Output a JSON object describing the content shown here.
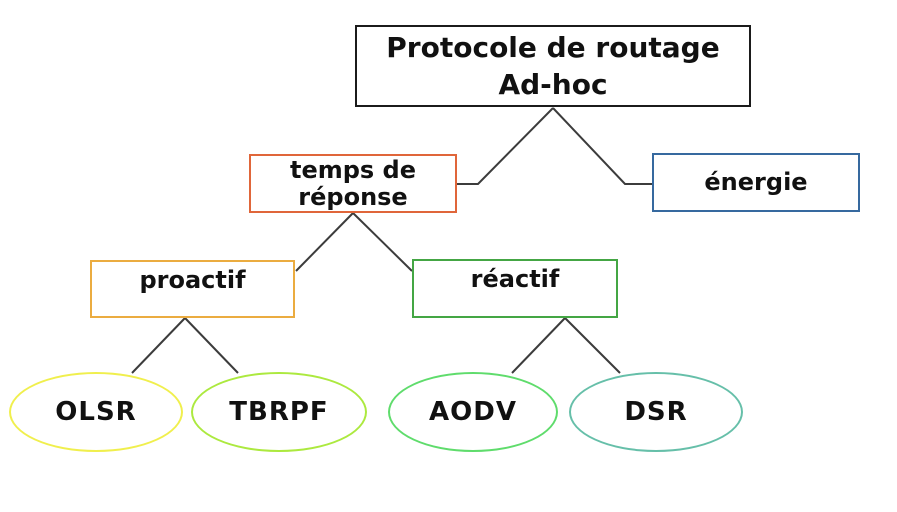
{
  "diagram": {
    "background": "#ffffff",
    "edge_color": "#3c3c3c",
    "nodes": {
      "root": {
        "shape": "rect",
        "lines": [
          "Protocole de routage",
          "Ad-hoc"
        ],
        "border_color": "#1b1b1b"
      },
      "temps_de_reponse": {
        "shape": "rect",
        "lines": [
          "temps de",
          "réponse"
        ],
        "border_color": "#e0663a"
      },
      "energie": {
        "shape": "rect",
        "lines": [
          "énergie"
        ],
        "border_color": "#36699f"
      },
      "proactif": {
        "shape": "rect",
        "lines": [
          "proactif"
        ],
        "border_color": "#ebac40"
      },
      "reactif": {
        "shape": "rect",
        "lines": [
          "réactif"
        ],
        "border_color": "#44a644"
      },
      "olsr": {
        "shape": "ellipse",
        "lines": [
          "OLSR"
        ],
        "border_color": "#f0ef4d"
      },
      "tbrpf": {
        "shape": "ellipse",
        "lines": [
          "TBRPF"
        ],
        "border_color": "#ace93f"
      },
      "aodv": {
        "shape": "ellipse",
        "lines": [
          "AODV"
        ],
        "border_color": "#5fdc6c"
      },
      "dsr": {
        "shape": "ellipse",
        "lines": [
          "DSR"
        ],
        "border_color": "#66bfa9"
      }
    },
    "edges": [
      {
        "from": "root",
        "to": "temps_de_reponse"
      },
      {
        "from": "root",
        "to": "energie"
      },
      {
        "from": "temps_de_reponse",
        "to": "proactif"
      },
      {
        "from": "temps_de_reponse",
        "to": "reactif"
      },
      {
        "from": "proactif",
        "to": "olsr"
      },
      {
        "from": "proactif",
        "to": "tbrpf"
      },
      {
        "from": "reactif",
        "to": "aodv"
      },
      {
        "from": "reactif",
        "to": "dsr"
      }
    ]
  }
}
